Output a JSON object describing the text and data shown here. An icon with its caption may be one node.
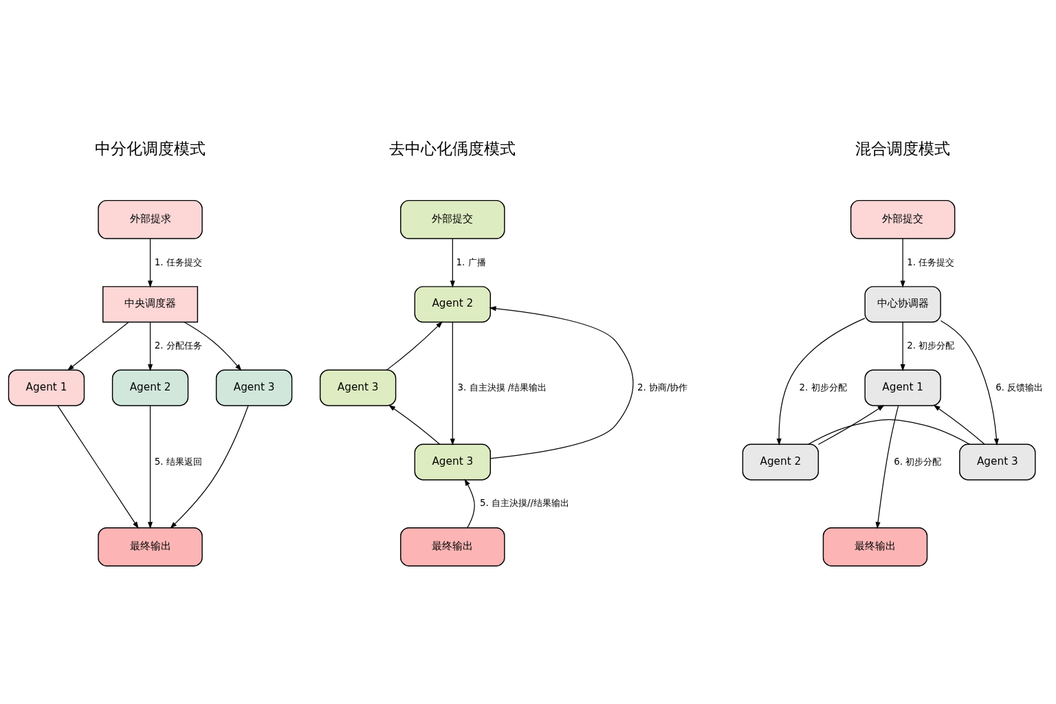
{
  "diagram": {
    "nodes": [
      {
        "text": [
          "外部提求"
        ]
      },
      {
        "text": [
          "中央调度器"
        ]
      },
      {
        "text": [
          "Agent 1"
        ]
      },
      {
        "text": [
          "Agent 2"
        ]
      },
      {
        "text": [
          "Agent 3"
        ]
      },
      {
        "text": [
          "最终输出"
        ]
      },
      {
        "text": [
          "外部提交"
        ]
      },
      {
        "text": [
          "Agent 2"
        ]
      },
      {
        "text": [
          "Agent 3"
        ]
      },
      {
        "text": [
          "Agent 3"
        ]
      },
      {
        "text": [
          "最终输出"
        ]
      },
      {
        "text": [
          "外部提交"
        ]
      },
      {
        "text": [
          "中心协调器"
        ]
      },
      {
        "text": [
          "Agent 1"
        ]
      },
      {
        "text": [
          "Agent 2"
        ]
      },
      {
        "text": [
          "Agent 3"
        ]
      },
      {
        "text": [
          "最终输出"
        ]
      }
    ],
    "edges": [
      {
        "from": 0,
        "to": 1,
        "arrow": "to",
        "label": "1. 任务提交"
      },
      {
        "from": 1,
        "to": 2,
        "arrow": "to"
      },
      {
        "from": 1,
        "to": 3,
        "arrow": "to",
        "label": "2. 分配任务"
      },
      {
        "from": 1,
        "to": 4,
        "arrow": "to"
      },
      {
        "from": 2,
        "to": 5,
        "arrow": "to"
      },
      {
        "from": 3,
        "to": 5,
        "arrow": "to",
        "label": "5. 结果返回"
      },
      {
        "from": 4,
        "to": 5,
        "arrow": "to"
      },
      {
        "from": 6,
        "to": 7,
        "arrow": "to",
        "label": "1. 广播"
      },
      {
        "from": 8,
        "to": 7,
        "arrow": "to"
      },
      {
        "from": 9,
        "to": 8,
        "arrow": "to"
      },
      {
        "from": 9,
        "to": 7,
        "arrow": "to",
        "label": "2. 协商/协作"
      },
      {
        "from": 7,
        "to": 9,
        "arrow": "to",
        "label": "3. 自主決摸 /结果输出"
      },
      {
        "from": 10,
        "to": 9,
        "arrow": "to",
        "label": "5. 自主決摸//结果输出"
      },
      {
        "from": 11,
        "to": 12,
        "arrow": "to",
        "label": "1. 任务提交"
      },
      {
        "from": 12,
        "to": 14,
        "arrow": "to",
        "label": "2. 初步分配"
      },
      {
        "from": 14,
        "to": 13,
        "arrow": "to"
      },
      {
        "from": 12,
        "to": 13,
        "arrow": "to",
        "label": "2. 初步分配"
      },
      {
        "from": 12,
        "to": 15,
        "arrow": "to",
        "label": "6. 反馈输出"
      },
      {
        "from": 15,
        "to": 13,
        "arrow": "to"
      },
      {
        "from": 13,
        "to": 16,
        "arrow": "to",
        "label": "6. 初步分配"
      },
      {
        "from": 14,
        "to": 15,
        "arrow": "none"
      }
    ],
    "labels": [
      "中分化调度模式",
      "去中心化偊度模式",
      "混合调度模式"
    ]
  }
}
